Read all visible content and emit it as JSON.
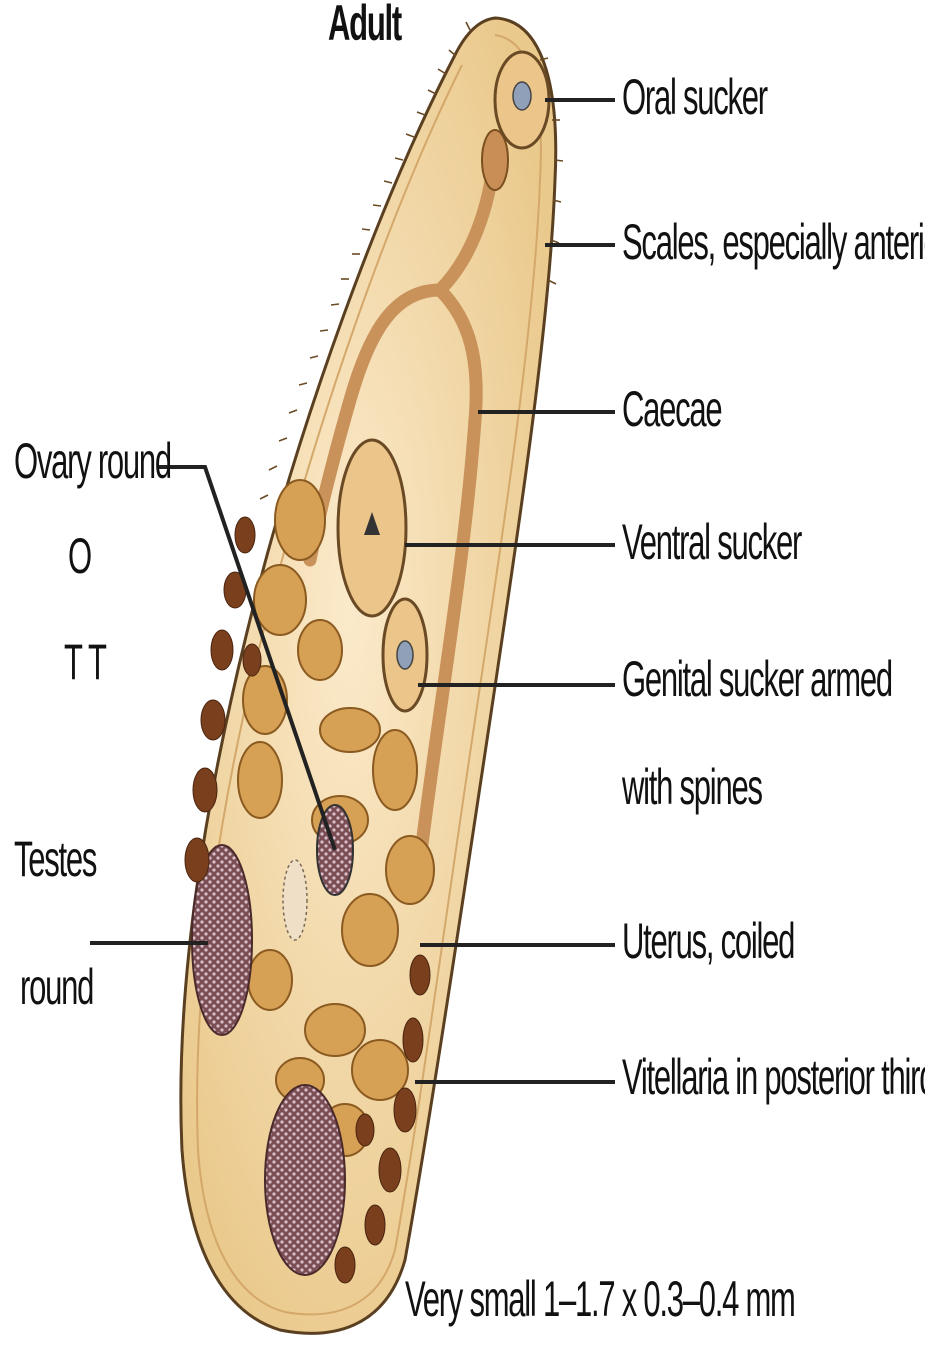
{
  "title": "Adult",
  "labels": {
    "oral_sucker": "Oral sucker",
    "scales": "Scales, especially anterior",
    "caecae": "Caecae",
    "ventral_sucker": "Ventral sucker",
    "genital_sucker_1": "Genital sucker armed",
    "genital_sucker_2": "with spines",
    "uterus": "Uterus, coiled",
    "vitellaria": "Vitellaria in posterior third",
    "ovary_1": "Ovary round",
    "ovary_2": "O",
    "ovary_3": "T T",
    "testes_1": "Testes",
    "testes_2": "round",
    "size": "Very small 1–1.7 x 0.3–0.4 mm"
  },
  "colors": {
    "body_fill": "#f2d9a4",
    "caeca": "#c9925a",
    "uterus": "#c88a3c",
    "vitellaria": "#7a3f1c",
    "testes": "#8a5a5a",
    "leader": "#222222"
  }
}
